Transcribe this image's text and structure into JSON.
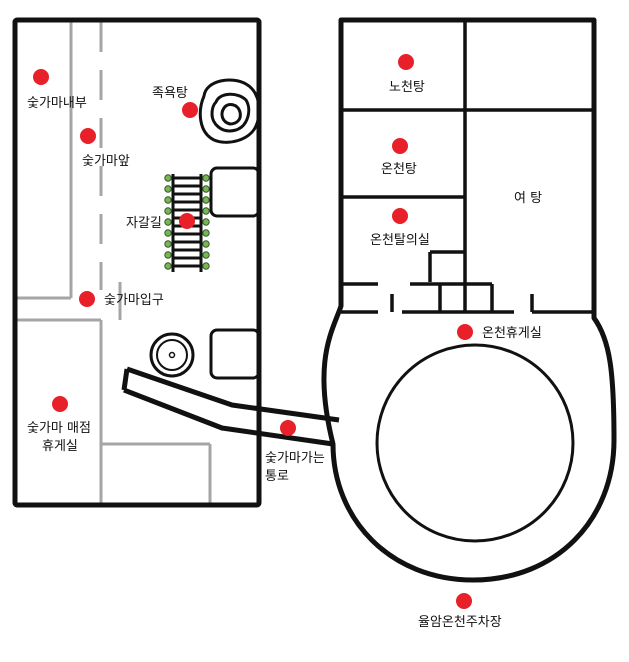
{
  "colors": {
    "marker": "#e8202a",
    "wall": "#111111",
    "path_lines": "#a5a5a5",
    "background": "#ffffff",
    "leaf": "#7ab35a"
  },
  "places": [
    {
      "id": "suthouse-inside",
      "label": "숯가마내부"
    },
    {
      "id": "suthouse-front",
      "label": "숯가마앞"
    },
    {
      "id": "foot-bath",
      "label": "족욕탕"
    },
    {
      "id": "gravel-path",
      "label": "자갈길"
    },
    {
      "id": "suthouse-entrance",
      "label": "숯가마입구"
    },
    {
      "id": "suthouse-store-lounge",
      "label_line1": "숯가마 매점",
      "label_line2": "휴게실"
    },
    {
      "id": "passage",
      "label_line1": "숯가마가는",
      "label_line2": "통로"
    },
    {
      "id": "outdoor-bath",
      "label": "노천탕"
    },
    {
      "id": "hot-spring-bath",
      "label": "온천탕"
    },
    {
      "id": "hot-spring-changing-room",
      "label": "온천탈의실"
    },
    {
      "id": "womens-bath",
      "label": "여 탕"
    },
    {
      "id": "hot-spring-lounge",
      "label": "온천휴게실"
    },
    {
      "id": "parking-lot",
      "label": "율암온천주차장"
    }
  ]
}
